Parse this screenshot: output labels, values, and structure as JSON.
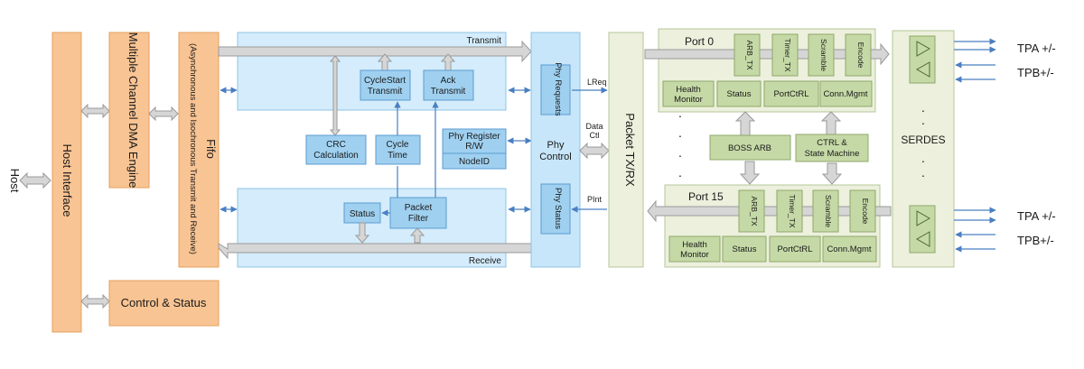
{
  "labels": {
    "host": "Host",
    "host_interface": "Host Interface",
    "dma_engine": "Multiple Channel DMA Engine",
    "control_status": "Control & Status",
    "fifo_title": "Fifo",
    "fifo_subtitle": "(Asynchronous and Isochronous Transmit and Receive)",
    "transmit": "Transmit",
    "receive": "Receive",
    "cyclestart_1": "CycleStart",
    "cyclestart_2": "Transmit",
    "ack_1": "Ack",
    "ack_2": "Transmit",
    "crc_1": "CRC",
    "crc_2": "Calculation",
    "cycle_1": "Cycle",
    "cycle_2": "Time",
    "phyreg_1": "Phy Register",
    "phyreg_2": "R/W",
    "nodeid": "NodeID",
    "status_rx": "Status",
    "packet_filter_1": "Packet",
    "packet_filter_2": "Filter",
    "phy_requests": "Phy Requests",
    "phy_status": "Phy Status",
    "phy_control_1": "Phy",
    "phy_control_2": "Control",
    "lreq": "LReq",
    "data_ctl_1": "Data",
    "data_ctl_2": "Ctl",
    "pint": "PInt",
    "packet_txrx": "Packet TX/RX",
    "port0": "Port 0",
    "port15": "Port 15",
    "arb_tx": "ARB_TX",
    "timer_tx": "Timer_TX",
    "scramble": "Scramble",
    "encode": "Encode",
    "health_1": "Health",
    "health_2": "Monitor",
    "status": "Status",
    "portctrl": "PortCtRL",
    "connmgmt": "Conn.Mgmt",
    "boss_arb": "BOSS ARB",
    "ctrl_state_1": "CTRL &",
    "ctrl_state_2": "State Machine",
    "serdes": "SERDES",
    "tpa": "TPA +/-",
    "tpb": "TPB+/-",
    "dot": "."
  }
}
